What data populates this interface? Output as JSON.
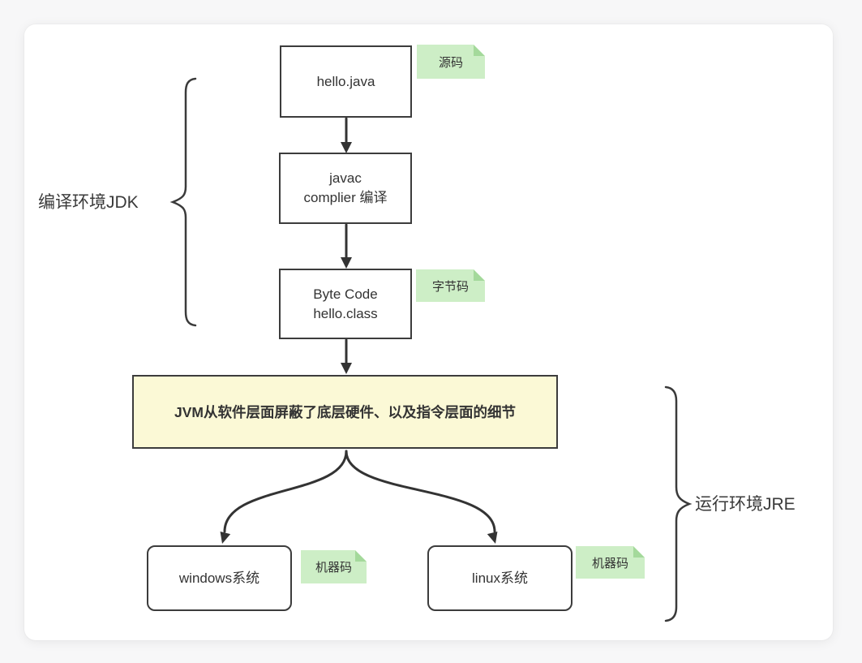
{
  "diagram": {
    "nodes": {
      "source": {
        "label": "hello.java"
      },
      "compiler": {
        "line1": "javac",
        "line2": "complier 编译"
      },
      "bytecode": {
        "line1": "Byte Code",
        "line2": "hello.class"
      },
      "jvm": {
        "label": "JVM从软件层面屏蔽了底层硬件、以及指令层面的细节"
      },
      "windows": {
        "label": "windows系统"
      },
      "linux": {
        "label": "linux系统"
      }
    },
    "notes": {
      "source": "源码",
      "bytecode": "字节码",
      "windows": "机器码",
      "linux": "机器码"
    },
    "braces": {
      "jdk": "编译环境JDK",
      "jre": "运行环境JRE"
    },
    "colors": {
      "note_green": "#cdeec6",
      "note_fold_green": "#a4d99b",
      "jvm_yellow": "#fbf9d6",
      "box_border": "#3c3c3c",
      "arrow": "#333333",
      "text": "#333333"
    }
  }
}
